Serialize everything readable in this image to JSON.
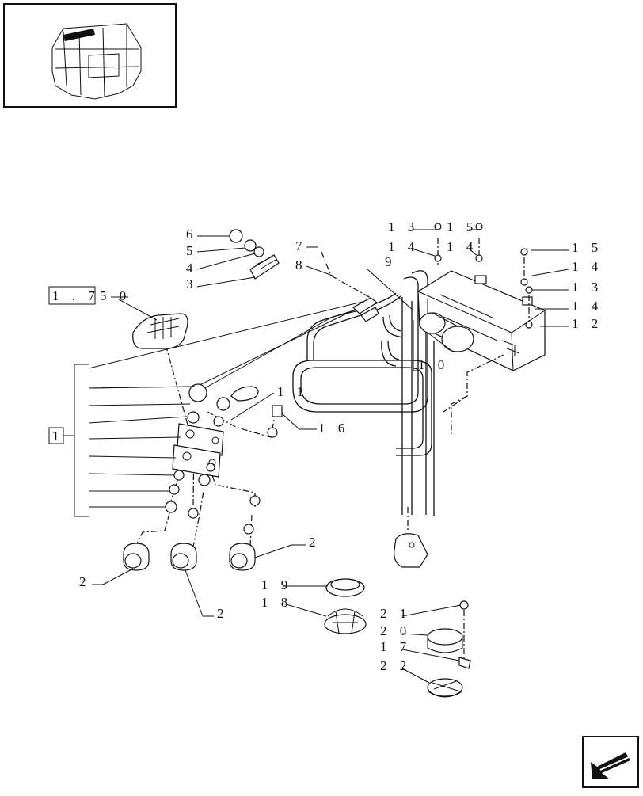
{
  "callouts": {
    "c1": "1",
    "c2a": "2",
    "c2b": "2",
    "c2c": "2",
    "c3": "3",
    "c4": "4",
    "c5": "5",
    "c6": "6",
    "c7": "7",
    "c8": "8",
    "c9": "9",
    "c10": "1 0",
    "c11": "1 1",
    "c12": "1 2",
    "c13a": "1 3",
    "c13b": "1 3",
    "c14a": "1 4",
    "c14b": "1 4",
    "c14c": "1 4",
    "c14d": "1 4",
    "c15a": "1 5",
    "c15b": "1 5",
    "c16": "1 6",
    "c17": "1 7",
    "c18": "1 8",
    "c19": "1 9",
    "c20": "2 0",
    "c21": "2 1",
    "c22": "2 2",
    "ref": "1 . 7",
    "ref_suffix": "5 0"
  },
  "icons": {
    "thumbnail": "tractor-cab-thumbnail",
    "nav": "next-page-arrow-icon"
  }
}
